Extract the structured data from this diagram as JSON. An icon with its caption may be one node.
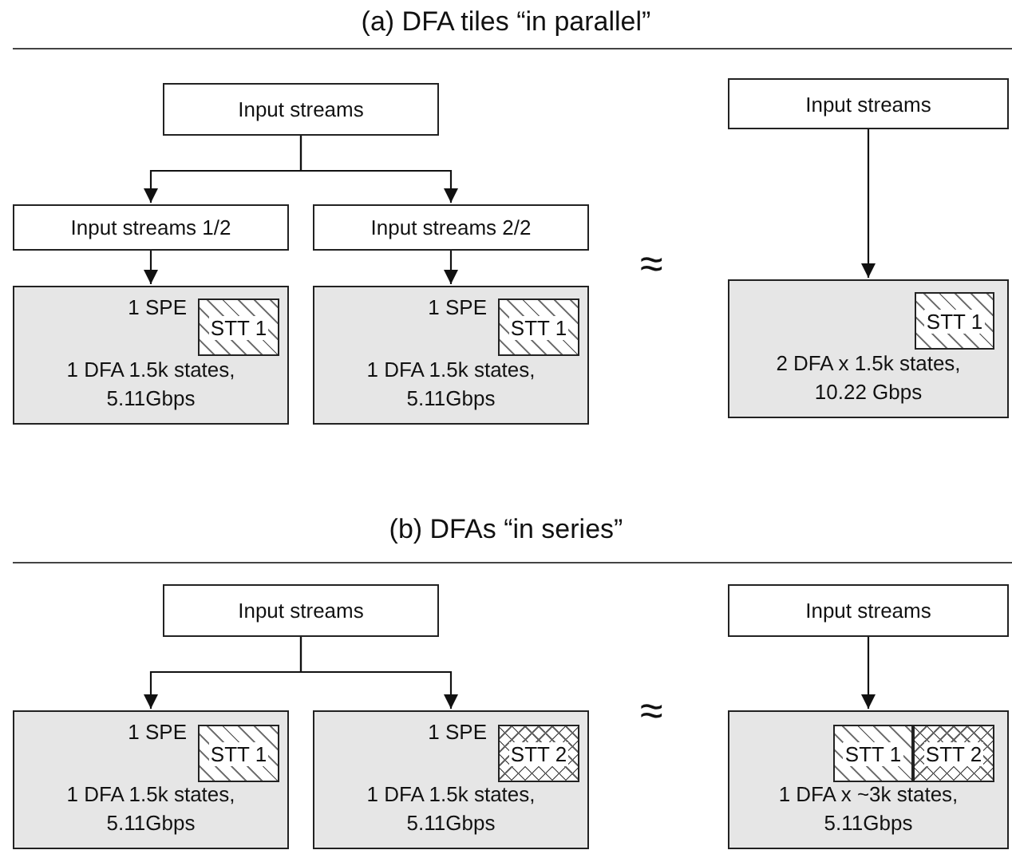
{
  "diagram": {
    "nodes": [
      {
        "text": [
          "Input streams"
        ]
      },
      {
        "text": [
          "Input streams 1/2"
        ]
      },
      {
        "text": [
          "Input streams 2/2"
        ]
      },
      {
        "text": [
          "1 SPE",
          "1 DFA 1.5k states, 5.11Gbps"
        ]
      },
      {
        "text": [
          "STT 1"
        ],
        "in": 3
      },
      {
        "text": [
          "1 SPE",
          "1 DFA 1.5k states, 5.11Gbps"
        ]
      },
      {
        "text": [
          "STT 1"
        ],
        "in": 5
      },
      {
        "text": [
          "Input streams"
        ]
      },
      {
        "text": [
          "2 DFA x 1.5k states, 10.22 Gbps"
        ]
      },
      {
        "text": [
          "STT 1"
        ],
        "in": 8
      },
      {
        "text": [
          "Input streams"
        ]
      },
      {
        "text": [
          "1 SPE",
          "1 DFA 1.5k states, 5.11Gbps"
        ]
      },
      {
        "text": [
          "STT 1"
        ],
        "in": 11
      },
      {
        "text": [
          "1 SPE",
          "1 DFA 1.5k states, 5.11Gbps"
        ]
      },
      {
        "text": [
          "STT 2"
        ],
        "in": 13
      },
      {
        "text": [
          "Input streams"
        ]
      },
      {
        "text": [
          "1 DFA x ~3k states, 5.11Gbps"
        ]
      },
      {
        "text": [
          "STT 1"
        ],
        "in": 16
      },
      {
        "text": [
          "STT 2"
        ],
        "in": 16
      }
    ],
    "edges": [
      {
        "from": 0,
        "to": 1,
        "arrow": "to"
      },
      {
        "from": 0,
        "to": 2,
        "arrow": "to"
      },
      {
        "from": 1,
        "to": 3,
        "arrow": "to"
      },
      {
        "from": 2,
        "to": 5,
        "arrow": "to"
      },
      {
        "from": 7,
        "to": 8,
        "arrow": "to"
      },
      {
        "from": 10,
        "to": 11,
        "arrow": "to"
      },
      {
        "from": 10,
        "to": 13,
        "arrow": "to"
      },
      {
        "from": 15,
        "to": 16,
        "arrow": "to"
      }
    ],
    "labels": [
      "(a) DFA tiles “in parallel”",
      "≈",
      "(b) DFAs “in series”",
      "≈"
    ]
  }
}
